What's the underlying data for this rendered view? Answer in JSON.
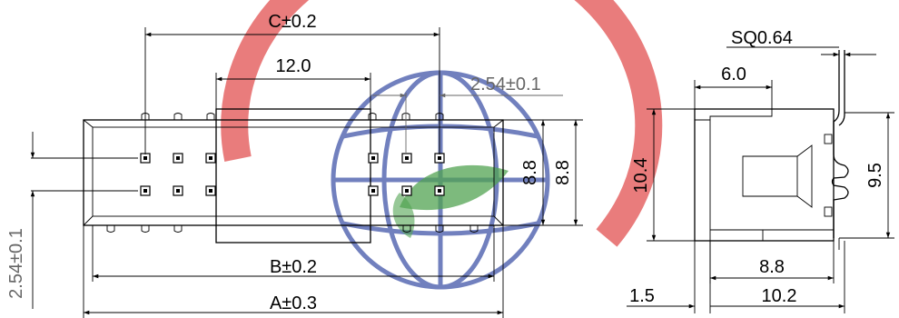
{
  "watermark": {
    "ring_color": "#e04848",
    "globe_color": "#3a4fa6",
    "leaf_color": "#3f9a3f",
    "icon": "globe-leaf-logo"
  },
  "front_view": {
    "dim_c": "C±0.2",
    "dim_12": "12.0",
    "dim_pitch_top": "2.54±0.1",
    "dim_88_a": "8.8",
    "dim_88_b": "8.8",
    "dim_b": "B±0.2",
    "dim_a": "A±0.3",
    "dim_pitch_left": "2.54±0.1"
  },
  "side_view": {
    "dim_sq": "SQ0.64",
    "dim_60": "6.0",
    "dim_104": "10.4",
    "dim_95": "9.5",
    "dim_88": "8.8",
    "dim_15": "1.5",
    "dim_102": "10.2"
  }
}
